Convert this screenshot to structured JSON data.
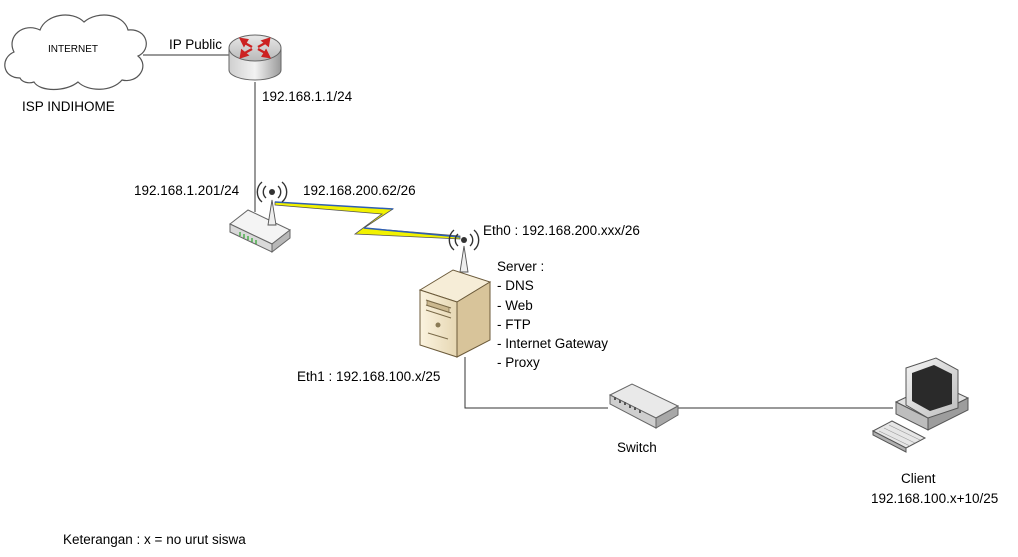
{
  "diagram": {
    "cloud": {
      "label": "INTERNET",
      "caption": "ISP INDIHOME"
    },
    "links": {
      "ip_public": "IP Public",
      "router_ip": "192.168.1.1/24",
      "ap_left_ip": "192.168.1.201/24",
      "ap_right_ip": "192.168.200.62/26",
      "eth0": "Eth0 : 192.168.200.xxx/26",
      "eth1": "Eth1 : 192.168.100.x/25"
    },
    "server": {
      "title": "Server :",
      "services": [
        "- DNS",
        "- Web",
        "- FTP",
        "- Internet Gateway",
        "- Proxy"
      ]
    },
    "switch": {
      "label": "Switch"
    },
    "client": {
      "label": "Client",
      "ip": "192.168.100.x+10/25"
    },
    "note": "Keterangan : x = no urut siswa",
    "colors": {
      "wireless_link": "#f2f200",
      "router_arrows": "#cc2222",
      "server_body": "#efe3c8"
    }
  }
}
